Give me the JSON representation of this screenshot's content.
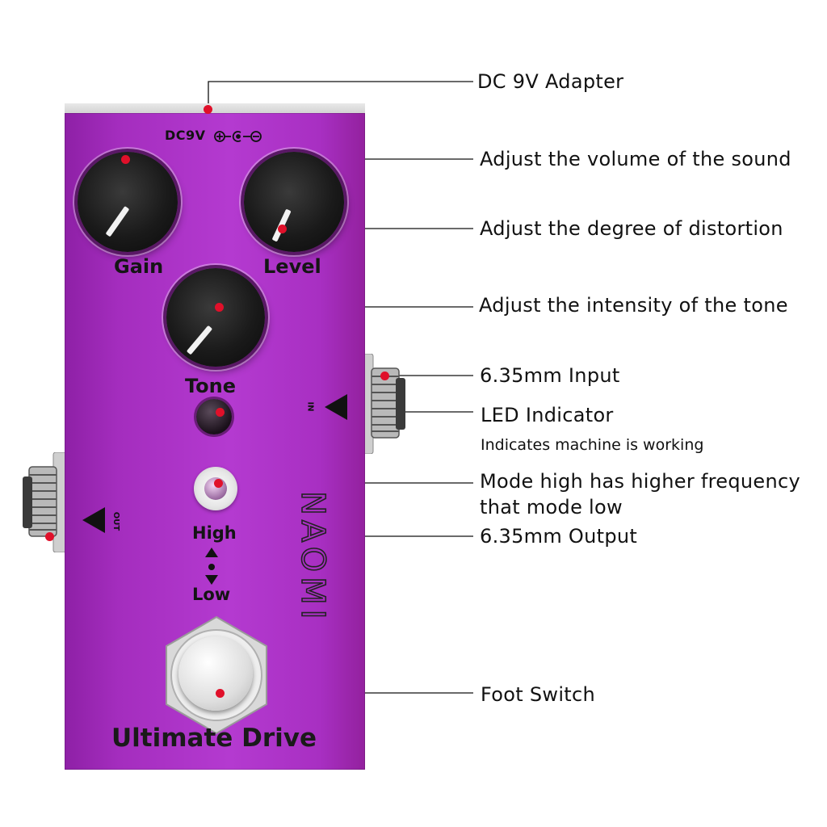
{
  "pedal": {
    "power_label": "DC9V",
    "knobs": {
      "gain": "Gain",
      "level": "Level",
      "tone": "Tone"
    },
    "mode": {
      "high": "High",
      "low": "Low"
    },
    "jack_in_tag": "IN",
    "jack_out_tag": "OUT",
    "brand": "NAOMI",
    "name": "Ultimate Drive",
    "colors": {
      "body": "#b43ad0",
      "callout_dot": "#e0102a"
    }
  },
  "callouts": {
    "dc_adapter": "DC 9V Adapter",
    "volume": "Adjust the volume of the sound",
    "distortion": "Adjust the degree of distortion",
    "tone": "Adjust the intensity of the tone",
    "input": "6.35mm Input",
    "led": "LED Indicator",
    "led_sub": "Indicates machine is working",
    "mode_line1": "Mode high has higher frequency",
    "mode_line2": "that mode low",
    "output": "6.35mm Output",
    "foot_switch": "Foot Switch"
  }
}
